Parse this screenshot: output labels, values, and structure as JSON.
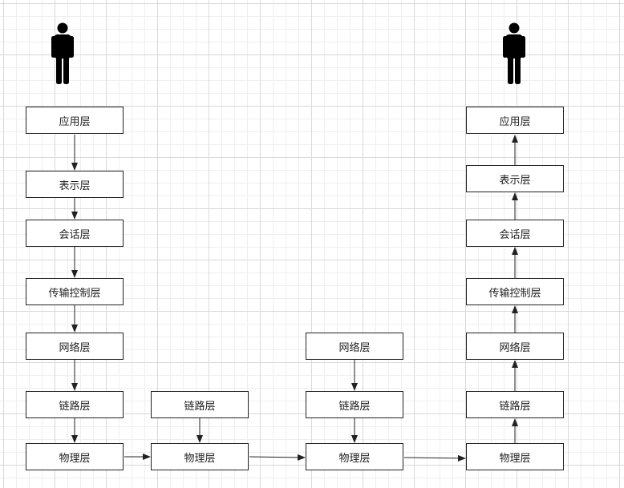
{
  "colors": {
    "stroke": "#222222",
    "box_fill": "#ffffff",
    "person": "#000000"
  },
  "actors": [
    {
      "id": "sender",
      "icon": "person-icon"
    },
    {
      "id": "receiver",
      "icon": "person-icon"
    }
  ],
  "stacks": {
    "sender": {
      "application": "应用层",
      "presentation": "表示层",
      "session": "会话层",
      "transport": "传输控制层",
      "network": "网络层",
      "link": "链路层",
      "physical": "物理层"
    },
    "switch": {
      "link": "链路层",
      "physical": "物理层"
    },
    "router": {
      "network": "网络层",
      "link": "链路层",
      "physical": "物理层"
    },
    "receiver": {
      "application": "应用层",
      "presentation": "表示层",
      "session": "会话层",
      "transport": "传输控制层",
      "network": "网络层",
      "link": "链路层",
      "physical": "物理层"
    }
  }
}
